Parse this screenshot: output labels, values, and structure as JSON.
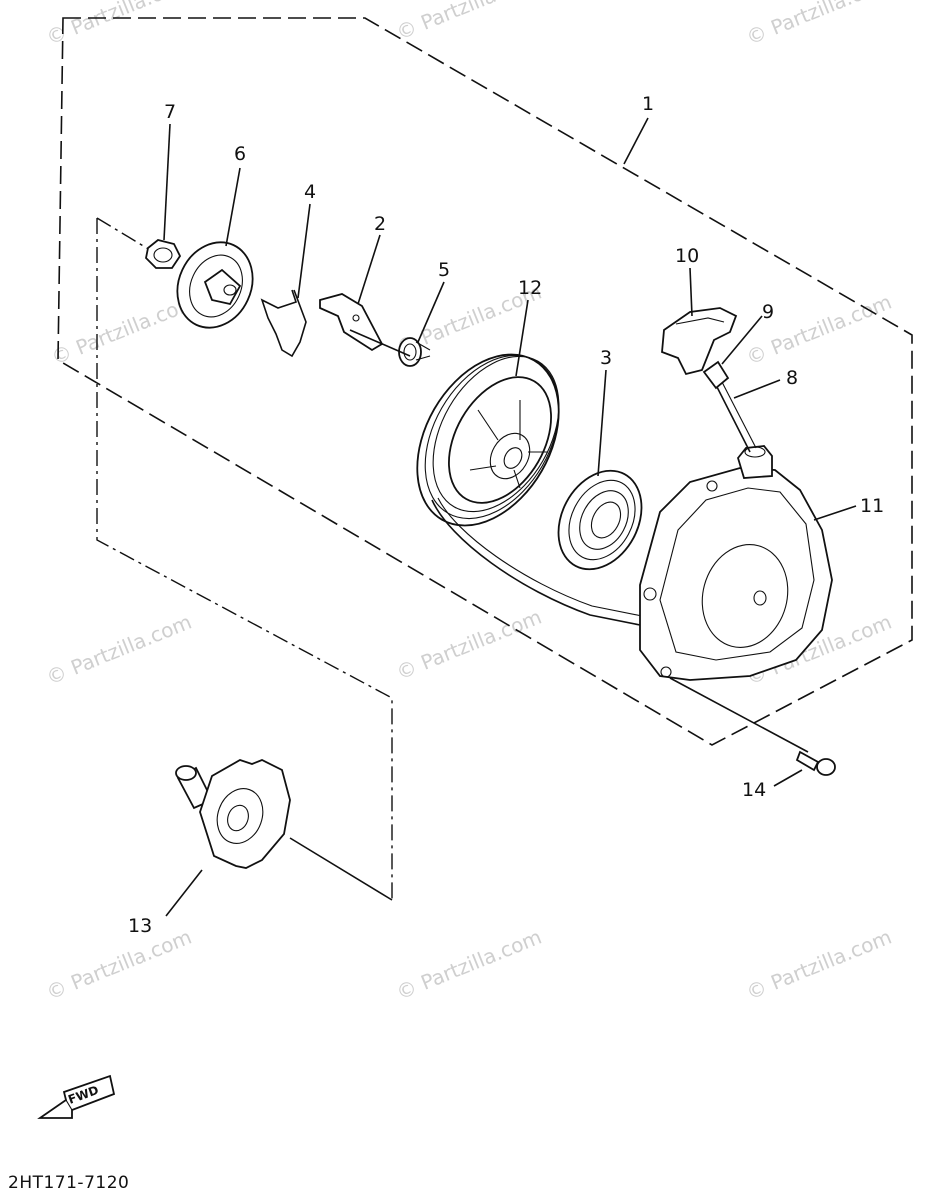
{
  "diagram": {
    "code": "2HT171-7120",
    "fwd_label": "FWD",
    "watermark": "© Partzilla.com",
    "callouts": [
      {
        "id": "1",
        "label": "1"
      },
      {
        "id": "2",
        "label": "2"
      },
      {
        "id": "3",
        "label": "3"
      },
      {
        "id": "4",
        "label": "4"
      },
      {
        "id": "5",
        "label": "5"
      },
      {
        "id": "6",
        "label": "6"
      },
      {
        "id": "7",
        "label": "7"
      },
      {
        "id": "8",
        "label": "8"
      },
      {
        "id": "9",
        "label": "9"
      },
      {
        "id": "10",
        "label": "10"
      },
      {
        "id": "11",
        "label": "11"
      },
      {
        "id": "12",
        "label": "12"
      },
      {
        "id": "13",
        "label": "13"
      },
      {
        "id": "14",
        "label": "14"
      }
    ]
  }
}
